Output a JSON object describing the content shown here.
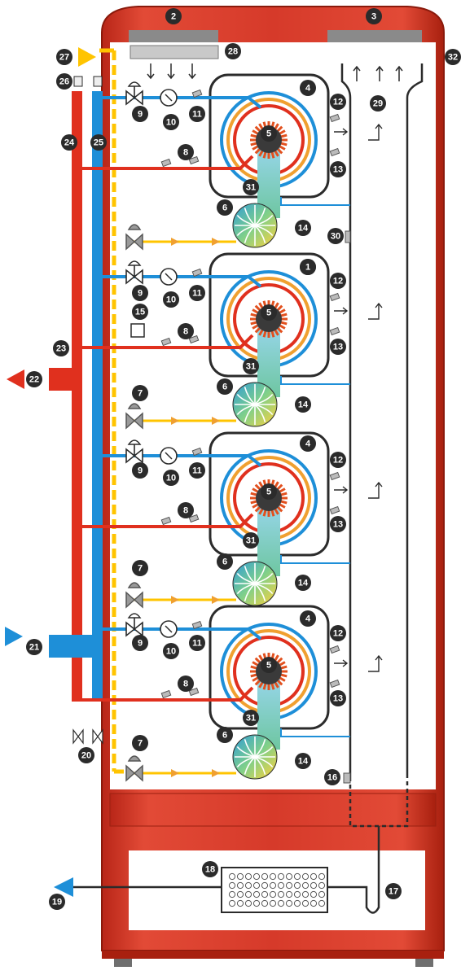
{
  "callouts": [
    "1",
    "2",
    "3",
    "4",
    "5",
    "6",
    "7",
    "8",
    "9",
    "10",
    "11",
    "12",
    "13",
    "14",
    "15",
    "16",
    "17",
    "18",
    "19",
    "20",
    "21",
    "22",
    "23",
    "24",
    "25",
    "26",
    "27",
    "28",
    "29",
    "30",
    "31",
    "32"
  ],
  "colors": {
    "cabinet": "#d63a2a",
    "cabinet_dark": "#b82618",
    "flow_hot": "#e0301e",
    "return_cold": "#1e8fd8",
    "gas": "#ffc400",
    "exhaust": "#2b2b2b",
    "orange_coil": "#f0a030",
    "badge": "#2b2b2b"
  },
  "icons": [
    "arrow-left-hot-icon",
    "arrow-right-cold-icon",
    "arrow-left-cold-icon",
    "arrow-right-gas-icon",
    "valve-icon",
    "pressure-gauge-icon",
    "sensor-icon",
    "burner-icon",
    "fan-icon",
    "drain-valve-icon",
    "vent-icon",
    "condensate-trap-icon",
    "neutralizer-icon"
  ]
}
